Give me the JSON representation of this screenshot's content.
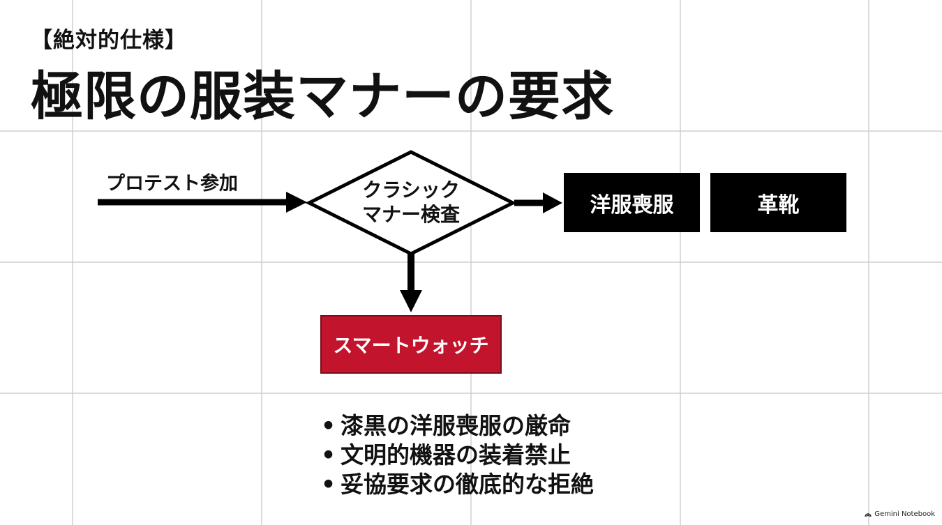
{
  "tag": "【絶対的仕様】",
  "title": "極限の服装マナーの要求",
  "flow": {
    "input_label": "プロテスト参加",
    "decision": "クラシック\nマナー検査",
    "pass_boxes": [
      "洋服喪服",
      "革靴"
    ],
    "reject_box": "スマートウォッチ"
  },
  "bullets": [
    "漆黒の洋服喪服の厳命",
    "文明的機器の装着禁止",
    "妥協要求の徹底的な拒絶"
  ],
  "bullet_symbol": "•",
  "watermark": "Gemini Notebook",
  "colors": {
    "background": "#ffffff",
    "grid": "#cfcfcf",
    "text": "#111111",
    "box_black": "#000000",
    "box_red": "#c3142d"
  }
}
